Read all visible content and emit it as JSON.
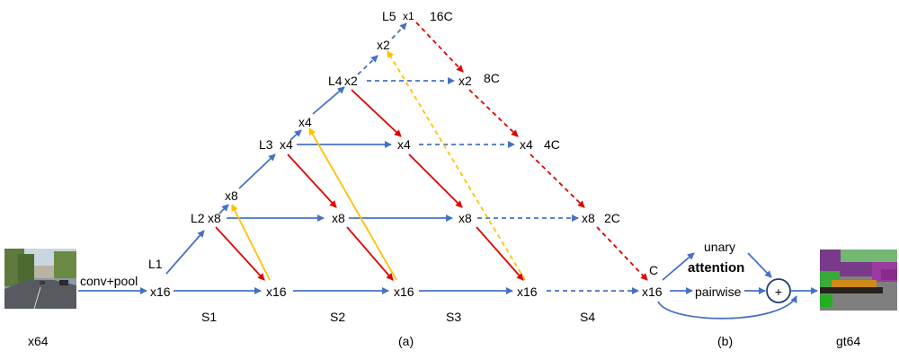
{
  "colors": {
    "blue": "#4472C4",
    "red": "#E00000",
    "orange": "#FFC000"
  },
  "input": {
    "caption": "x64",
    "op": "conv+pool"
  },
  "output": {
    "caption": "gt64"
  },
  "levels": {
    "l1": "L1",
    "l2": "L2",
    "l3": "L3",
    "l4": "L4",
    "l5": "L5"
  },
  "stages": {
    "s1": "S1",
    "s2": "S2",
    "s3": "S3",
    "s4": "S4"
  },
  "nodes": {
    "a_x16": "x16",
    "a_x8": "x8",
    "a_x4": "x4",
    "a_x2": "x2",
    "a_x1": "x1",
    "b_x16": "x16",
    "b_x8": "x8",
    "b_x4": "x4",
    "b_x2": "x2",
    "c_x16": "x16",
    "c_x8": "x8",
    "c_x4": "x4",
    "d_x16": "x16",
    "d_x8": "x8",
    "e_x16": "x16",
    "r_x2": "x2",
    "r_x4": "x4",
    "r_x8": "x8",
    "r_x16": "x16"
  },
  "channels": {
    "c16": "16C",
    "c8": "8C",
    "c4": "4C",
    "c2": "2C",
    "c1": "C"
  },
  "attention": {
    "unary": "unary",
    "title": "attention",
    "pairwise": "pairwise",
    "plus": "+"
  },
  "captions": {
    "a": "(a)",
    "b": "(b)"
  }
}
